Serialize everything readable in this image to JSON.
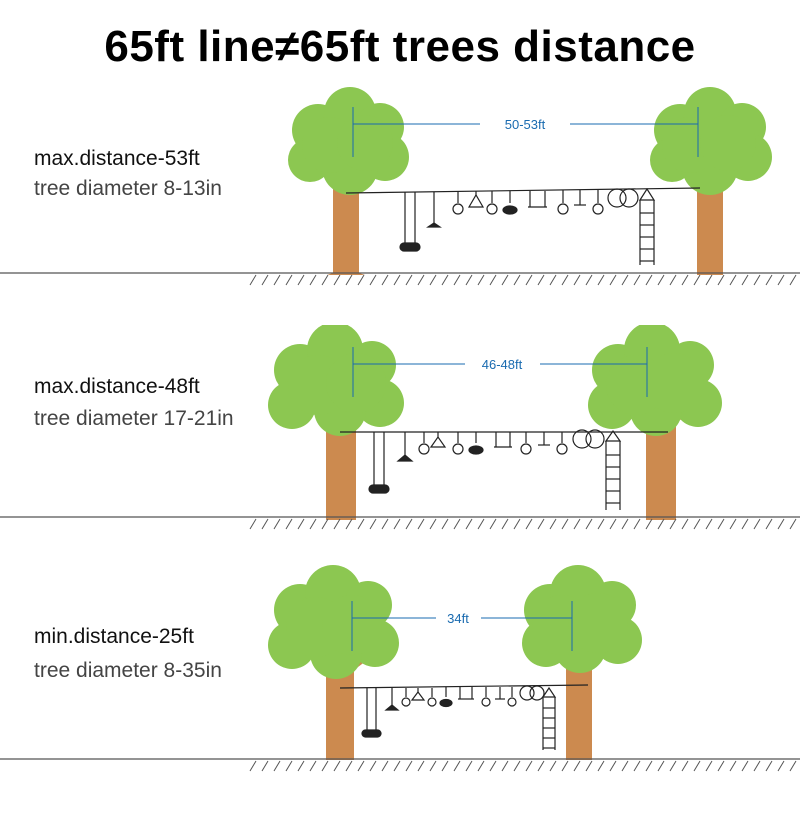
{
  "title": "65ft line≠65ft trees distance",
  "colors": {
    "canopy": "#8cc751",
    "trunk": "#cc8a4f",
    "measure": "#1a6bb0",
    "ground": "#555555"
  },
  "panels": [
    {
      "distance_label": "max.distance-53ft",
      "diameter_label": "tree diameter 8-13in",
      "span_label": "50-53ft"
    },
    {
      "distance_label": "max.distance-48ft",
      "diameter_label": "tree diameter 17-21in",
      "span_label": "46-48ft"
    },
    {
      "distance_label": "min.distance-25ft",
      "diameter_label": "tree diameter 8-35in",
      "span_label": "34ft"
    }
  ]
}
